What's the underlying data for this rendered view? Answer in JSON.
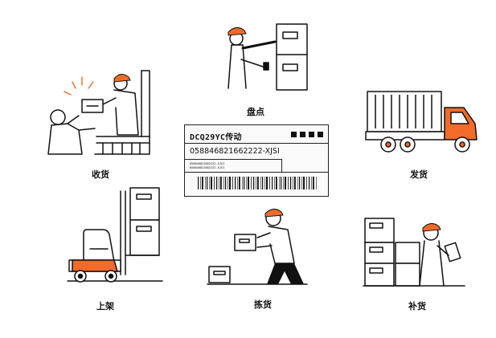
{
  "steps": {
    "receive": {
      "label": "收货"
    },
    "inventory": {
      "label": "盘点"
    },
    "ship": {
      "label": "发货"
    },
    "putaway": {
      "label": "上架"
    },
    "pick": {
      "label": "拣货"
    },
    "replenish": {
      "label": "补货"
    }
  },
  "label_card": {
    "title": "DCQ29YC传动",
    "code": "058846821662222-XJSI",
    "small_line_1": "058846821662222-XJSI",
    "small_line_2": "058846821662222-XJSI"
  },
  "colors": {
    "accent": "#f26b2a",
    "ink": "#111111"
  },
  "icons": [
    "worker-handover-illustration",
    "worker-cabinet-illustration",
    "truck-illustration",
    "forklift-illustration",
    "worker-carry-box-illustration",
    "worker-clipboard-illustration"
  ]
}
